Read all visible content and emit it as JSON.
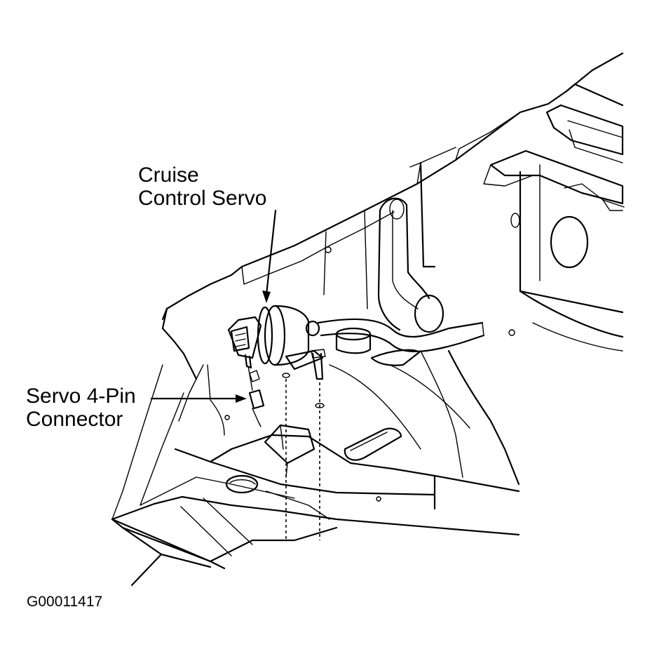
{
  "labels": {
    "servo_line1": "Cruise",
    "servo_line2": "Control Servo",
    "connector_line1": "Servo 4-Pin",
    "connector_line2": "Connector"
  },
  "figure_id": "G00011417"
}
